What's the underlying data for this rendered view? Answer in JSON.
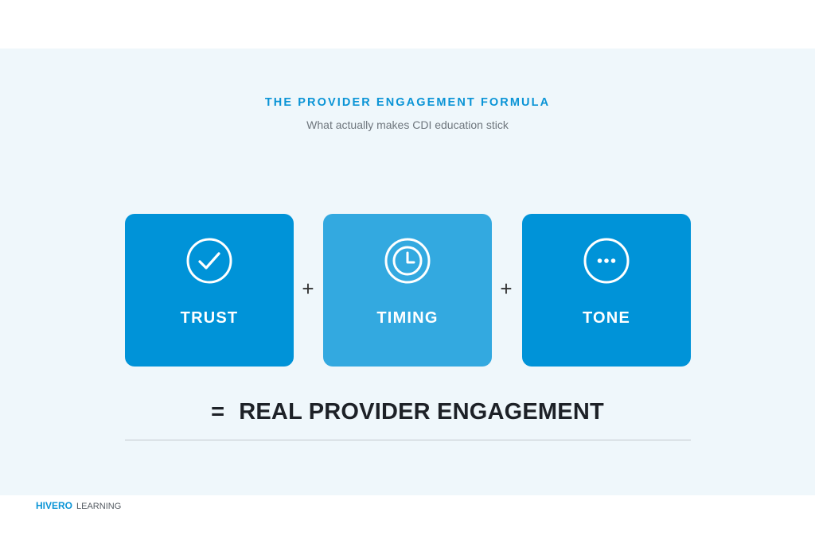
{
  "header": {
    "eyebrow": "THE PROVIDER ENGAGEMENT FORMULA",
    "subtitle": "What actually makes CDI education stick"
  },
  "cards": [
    {
      "label": "TRUST",
      "icon": "check-circle-icon",
      "color": "#0093d8"
    },
    {
      "label": "TIMING",
      "icon": "clock-icon",
      "color": "#33a9e0"
    },
    {
      "label": "TONE",
      "icon": "chat-dots-icon",
      "color": "#0093d8"
    }
  ],
  "operators": {
    "plus": "+",
    "equals": "="
  },
  "result": {
    "text": "REAL PROVIDER ENGAGEMENT"
  },
  "footer": {
    "brand": "HIVERO",
    "suffix": "LEARNING"
  },
  "colors": {
    "accent": "#0a94d6",
    "background": "#eff7fb",
    "text": "#1d2127"
  }
}
